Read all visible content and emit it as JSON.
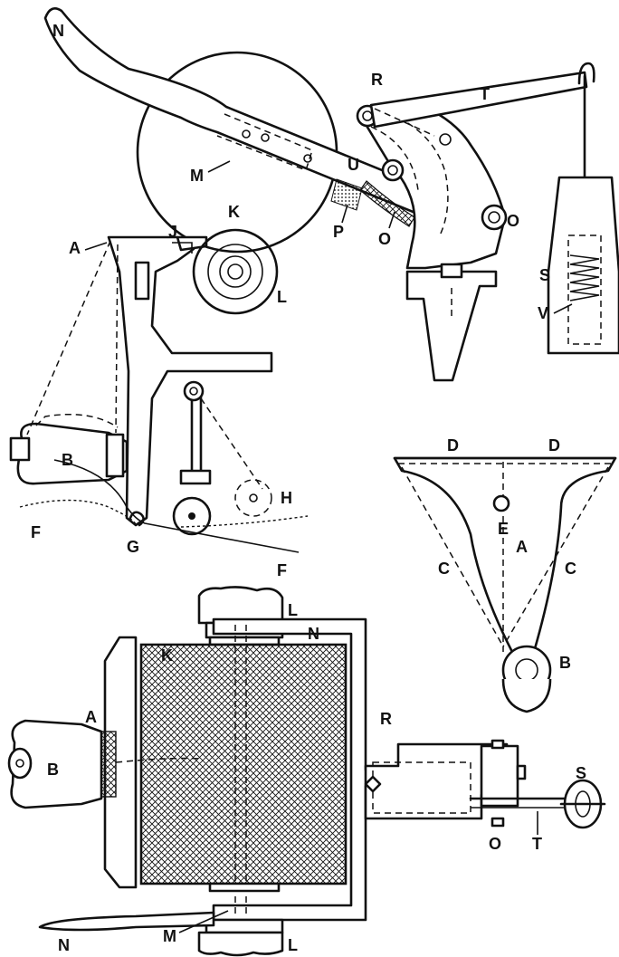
{
  "labels": {
    "A": "A",
    "B": "B",
    "C": "C",
    "D": "D",
    "E": "E",
    "F": "F",
    "G": "G",
    "H": "H",
    "J": "J",
    "K": "K",
    "L": "L",
    "M": "M",
    "N": "N",
    "O": "O",
    "P": "P",
    "R": "R",
    "S": "S",
    "T": "T",
    "U": "U",
    "V": "V"
  },
  "colors": {
    "ink": "#111111",
    "paper": "#ffffff"
  },
  "views": [
    "side-elevation",
    "end-view",
    "plan-view"
  ]
}
